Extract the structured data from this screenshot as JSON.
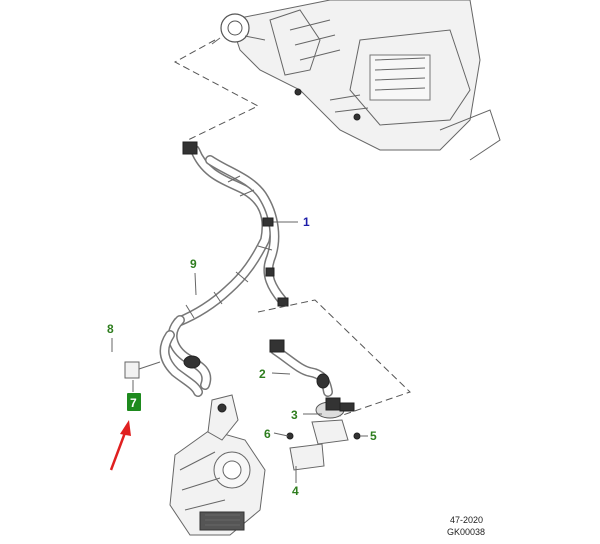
{
  "callouts": [
    {
      "id": "1",
      "color": "#1c1ca8"
    },
    {
      "id": "2",
      "color": "#2e7d1e"
    },
    {
      "id": "3",
      "color": "#2e7d1e"
    },
    {
      "id": "4",
      "color": "#2e7d1e"
    },
    {
      "id": "5",
      "color": "#2e7d1e"
    },
    {
      "id": "6",
      "color": "#2e7d1e"
    },
    {
      "id": "7",
      "color": "#1e8a1e"
    },
    {
      "id": "8",
      "color": "#2e7d1e"
    },
    {
      "id": "9",
      "color": "#2e7d1e"
    }
  ],
  "highlight_color": "#1e8a1e",
  "arrow_color": "#e02020",
  "footer": {
    "date": "47-2020",
    "code": "GK00038"
  }
}
